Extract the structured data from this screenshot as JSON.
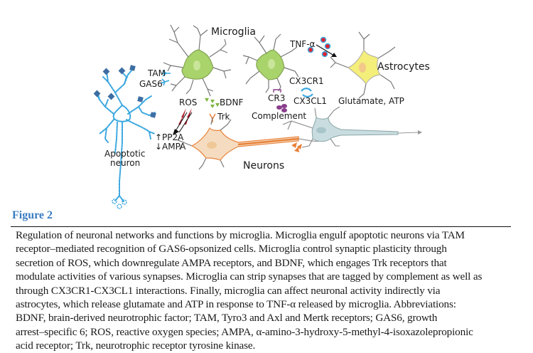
{
  "figure": {
    "labels": {
      "microglia": "Microglia",
      "astrocytes": "Astrocytes",
      "neurons": "Neurons",
      "apoptotic_neuron_line1": "Apoptotic",
      "apoptotic_neuron_line2": "neuron",
      "tam": "TAM",
      "gas6": "GAS6",
      "ros": "ROS",
      "bdnf": "BDNF",
      "trk": "Trk",
      "pp2a": "↑PP2A",
      "ampa": "↓AMPA",
      "tnf": "TNF-α",
      "cx3cr1": "CX3CR1",
      "cx3cl1": "CX3CL1",
      "cr3": "CR3",
      "complement": "Complement",
      "glutamate_atp": "Glutamate, ATP"
    },
    "colors": {
      "microglia": "#a9d36b",
      "astrocyte": "#f4ee7a",
      "neuron": "#f5dcc0",
      "neuron_axon": "#e8823a",
      "grey_neuron": "#c9dde0",
      "apoptotic": "#3aa7e0",
      "ros": "#b0182a",
      "bdnf": "#7cb33a",
      "complement": "#8a3e8c",
      "tnf_dot": "#e0202f"
    }
  },
  "caption": {
    "title": "Figure 2",
    "lines": [
      "Regulation of neuronal networks and functions by microglia. Microglia engulf apoptotic neurons via TAM",
      "receptor–mediated recognition of GAS6-opsonized cells. Microglia control synaptic plasticity through",
      "secretion of ROS, which downregulate AMPA receptors, and BDNF, which engages Trk receptors that",
      "modulate activities of various synapses. Microglia can strip synapses that are tagged by complement as well as",
      "through CX3CR1-CX3CL1 interactions. Finally, microglia can affect neuronal activity indirectly via",
      "astrocytes, which release glutamate and ATP in response to TNF-α released by microglia. Abbreviations:",
      "BDNF, brain-derived neurotrophic factor; TAM, Tyro3 and Axl and Mertk receptors; GAS6, growth",
      "arrest–specific 6; ROS, reactive oxygen species; AMPA, α-amino-3-hydroxy-5-methyl-4-isoxazolepropionic",
      "acid receptor; Trk, neurotrophic receptor tyrosine kinase."
    ]
  }
}
